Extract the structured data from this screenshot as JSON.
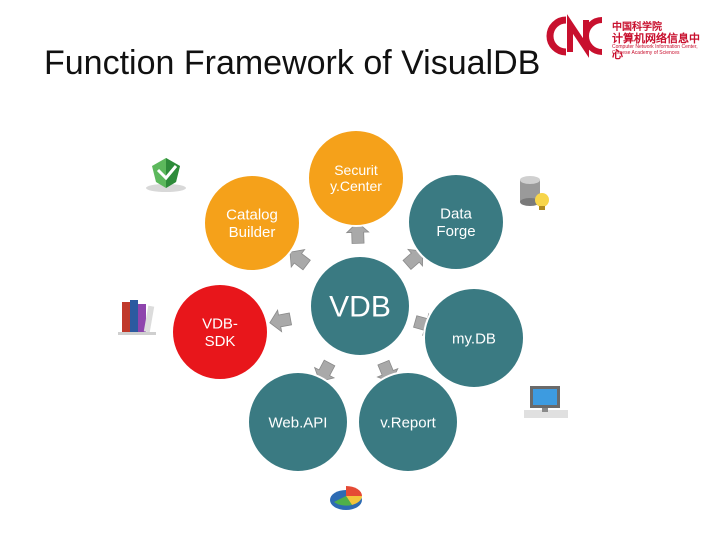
{
  "title": "Function Framework of VisualDB",
  "logo": {
    "line1": "中国科学院",
    "line2": "计算机网络信息中心",
    "line3": "Computer Network Information Center, Chinese Academy of Sciences"
  },
  "center": {
    "label": "VDB",
    "color": "#3a7a82"
  },
  "nodes": [
    {
      "id": "security-center",
      "lines": [
        "Securit",
        "y.Center"
      ],
      "color": "#f5a11a"
    },
    {
      "id": "data-forge",
      "lines": [
        "Data",
        "Forge"
      ],
      "color": "#3a7a82"
    },
    {
      "id": "mydb",
      "lines": [
        "my.DB"
      ],
      "color": "#3a7a82"
    },
    {
      "id": "vreport",
      "lines": [
        "v.Report"
      ],
      "color": "#3a7a82"
    },
    {
      "id": "webapi",
      "lines": [
        "Web.API"
      ],
      "color": "#3a7a82"
    },
    {
      "id": "vdb-sdk",
      "lines": [
        "VDB-",
        "SDK"
      ],
      "color": "#e8161b"
    },
    {
      "id": "catalog-builder",
      "lines": [
        "Catalog",
        "Builder"
      ],
      "color": "#f5a11a"
    }
  ],
  "icons": [
    "shield-icon",
    "database-icon",
    "books-icon",
    "monitor-icon",
    "pie-chart-icon"
  ]
}
